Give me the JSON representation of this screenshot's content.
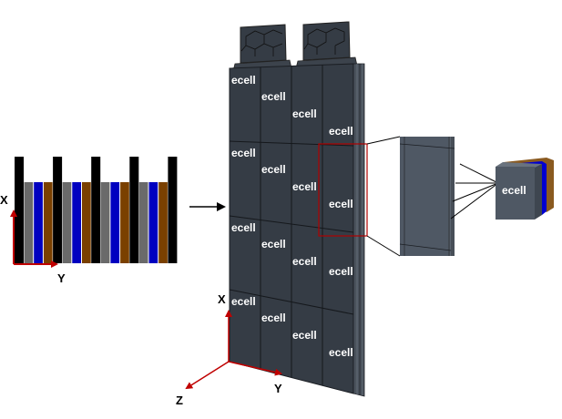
{
  "figure": {
    "cell_label": "ecell",
    "left_panel": {
      "axis_x_label": "X",
      "axis_y_label": "Y",
      "layer_colors": [
        "#6a6a6a",
        "#0000c0",
        "#7a4000"
      ],
      "separator_color": "#000000",
      "cell_count": 4
    },
    "center_panel": {
      "axis_x_label": "X",
      "axis_y_label": "Y",
      "axis_z_label": "Z",
      "grid_rows": 4,
      "grid_cols": 4,
      "cell_labels": [
        [
          "ecell",
          "ecell",
          "ecell",
          "ecell"
        ],
        [
          "ecell",
          "ecell",
          "ecell",
          "ecell"
        ],
        [
          "ecell",
          "ecell",
          "ecell",
          "ecell"
        ],
        [
          "ecell",
          "ecell",
          "ecell",
          "ecell"
        ]
      ],
      "tab_count": 2,
      "surface_color": "#353c45"
    },
    "zoom_panel": {
      "highlight_color": "#b00000",
      "surface_color": "#4f5864"
    },
    "single_cell": {
      "label": "ecell",
      "layer_colors": [
        "#4f5864",
        "#0000d0",
        "#8a5a20"
      ]
    },
    "axis_color": "#c00000"
  }
}
